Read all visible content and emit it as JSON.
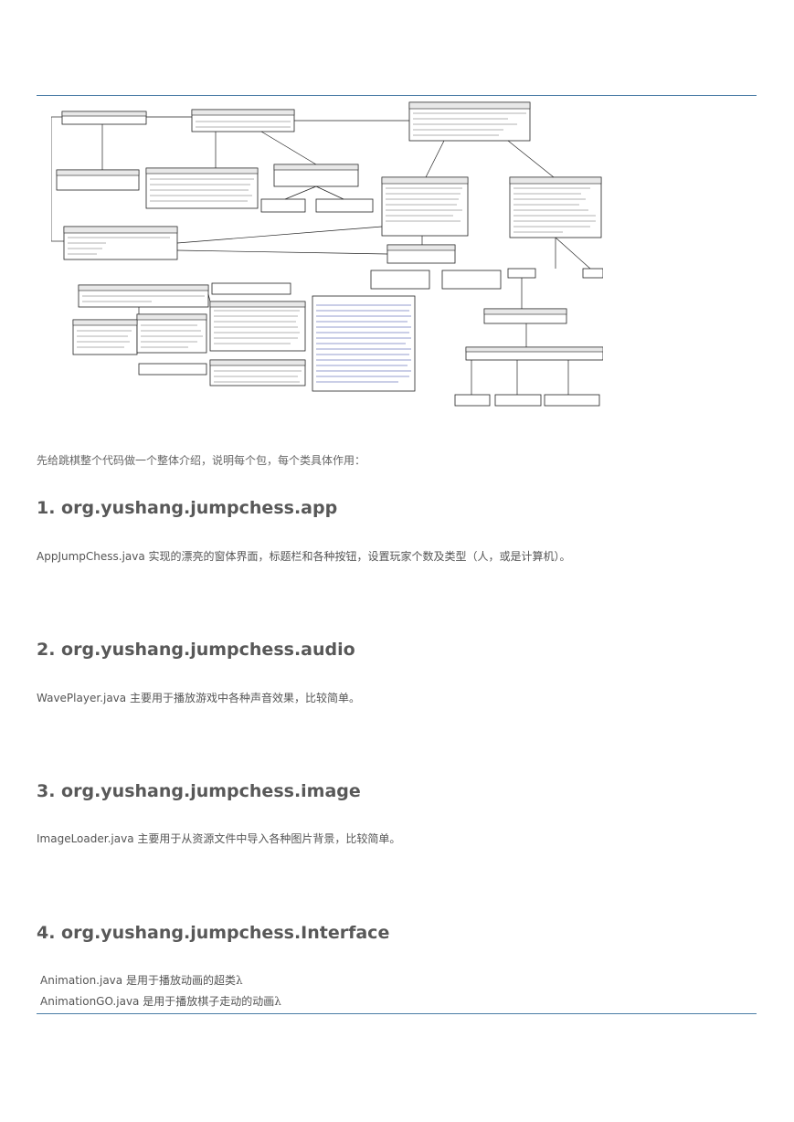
{
  "intro": "先给跳棋整个代码做一个整体介绍，说明每个包，每个类具体作用：",
  "sections": [
    {
      "title": "1. org.yushang.jumpchess.app",
      "lines": [
        {
          "file": "AppJumpChess.java",
          "text": " 实现的漂亮的窗体界面，标题栏和各种按钮，设置玩家个数及类型（人，或是计算机）。"
        }
      ]
    },
    {
      "title": "2. org.yushang.jumpchess.audio",
      "lines": [
        {
          "file": "WavePlayer.java",
          "text": " 主要用于播放游戏中各种声音效果，比较简单。"
        }
      ]
    },
    {
      "title": "3. org.yushang.jumpchess.image",
      "lines": [
        {
          "file": "ImageLoader.java",
          "text": " 主要用于从资源文件中导入各种图片背景，比较简单。"
        }
      ]
    },
    {
      "title": "4. org.yushang.jumpchess.Interface",
      "lines": [
        {
          "file": "Animation.java",
          "text": " 是用于播放动画的超类λ"
        },
        {
          "file": "AnimationGO.java",
          "text": " 是用于播放棋子走动的动画λ"
        }
      ]
    }
  ]
}
